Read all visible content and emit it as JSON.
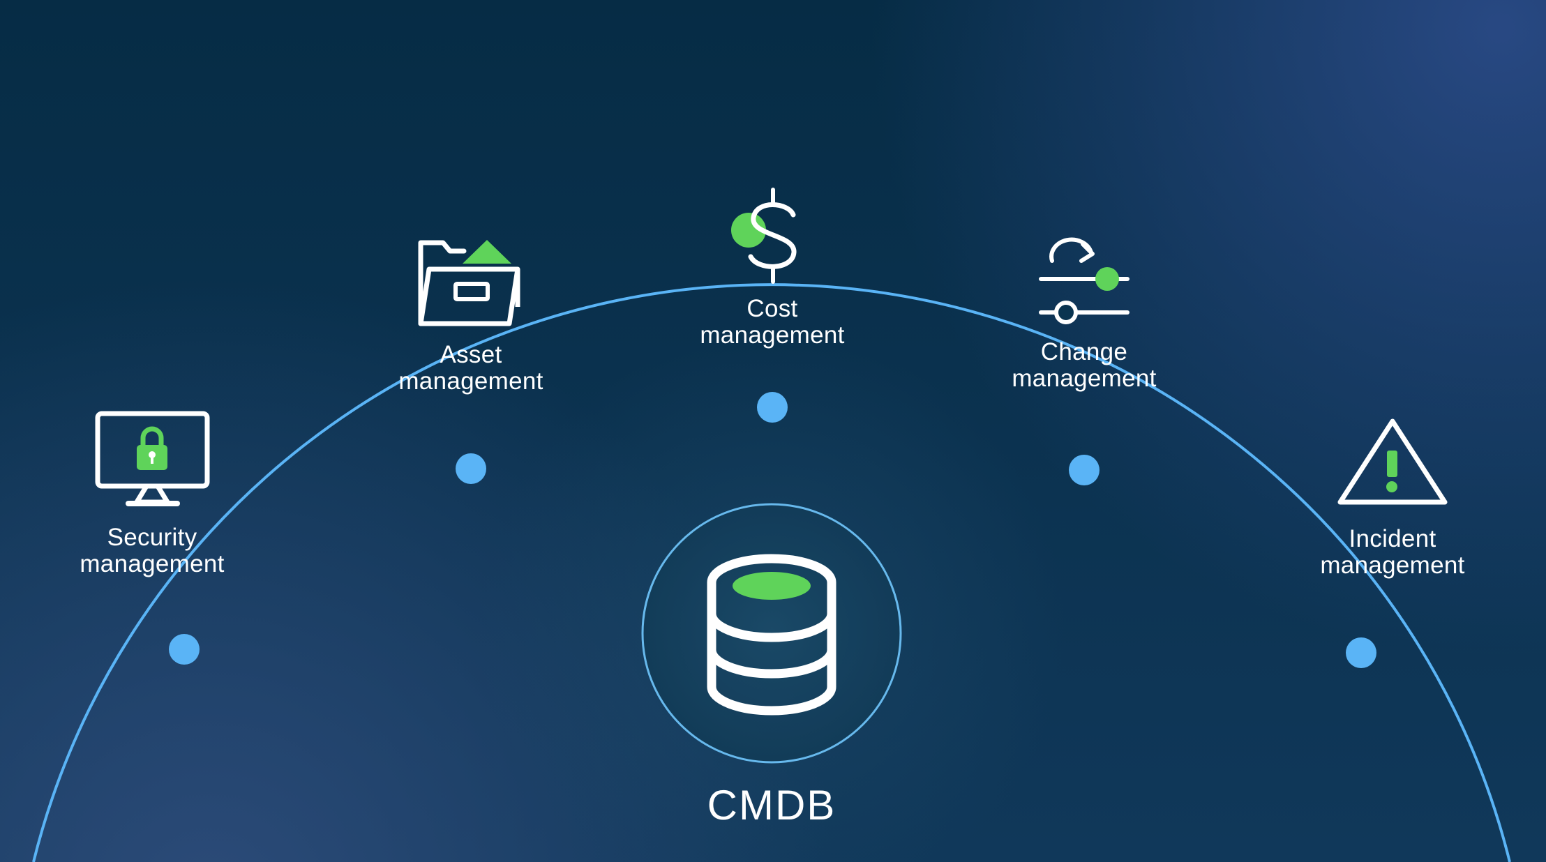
{
  "colors": {
    "background_dark": "#07304a",
    "background_light": "#2a4a7a",
    "arc": "#5ab4f6",
    "node": "#5ab4f6",
    "accent_green": "#5fd35a",
    "icon_white": "#ffffff"
  },
  "center": {
    "label": "CMDB",
    "icon": "database-icon"
  },
  "modules": [
    {
      "id": "security",
      "line1": "Security",
      "line2": "management",
      "icon": "monitor-lock-icon"
    },
    {
      "id": "asset",
      "line1": "Asset",
      "line2": "management",
      "icon": "folder-icon"
    },
    {
      "id": "cost",
      "line1": "Cost",
      "line2": "management",
      "icon": "dollar-icon"
    },
    {
      "id": "change",
      "line1": "Change",
      "line2": "management",
      "icon": "sliders-icon"
    },
    {
      "id": "incident",
      "line1": "Incident",
      "line2": "management",
      "icon": "warning-icon"
    }
  ]
}
